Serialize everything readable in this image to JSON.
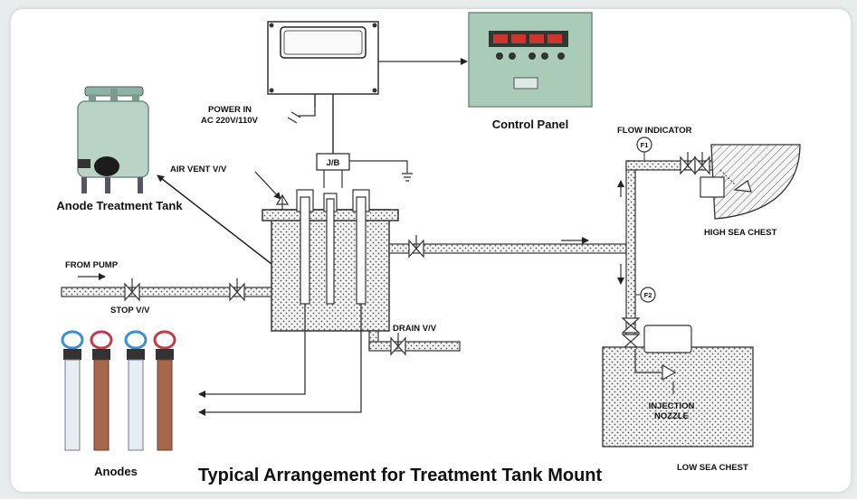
{
  "diagram": {
    "title": "Typical Arrangement for Treatment Tank Mount",
    "labels": {
      "control_panel": "Control Panel",
      "power_in_1": "POWER IN",
      "power_in_2": "AC 220V/110V",
      "junction_box": "J/B",
      "air_vent": "AIR VENT V/V",
      "anode_treatment_tank": "Anode Treatment Tank",
      "from_pump": "FROM PUMP",
      "stop_valve": "STOP V/V",
      "drain_valve": "DRAIN V/V",
      "flow_indicator": "FLOW INDICATOR",
      "f1": "F1",
      "f2": "F2",
      "high_sea_chest": "HIGH SEA CHEST",
      "low_sea_chest": "LOW SEA CHEST",
      "injection_nozzle_1": "INJECTION",
      "injection_nozzle_2": "NOZZLE",
      "anodes": "Anodes"
    },
    "colors": {
      "panel_green": "#a9cbb8",
      "tank_green": "#b9d3c6",
      "indicator_red": "#d0342c",
      "anode_copper": "#a8664a",
      "anode_white": "#e6eef3",
      "cable_blue": "#3a8fd0",
      "cable_red": "#c23a4a"
    }
  }
}
